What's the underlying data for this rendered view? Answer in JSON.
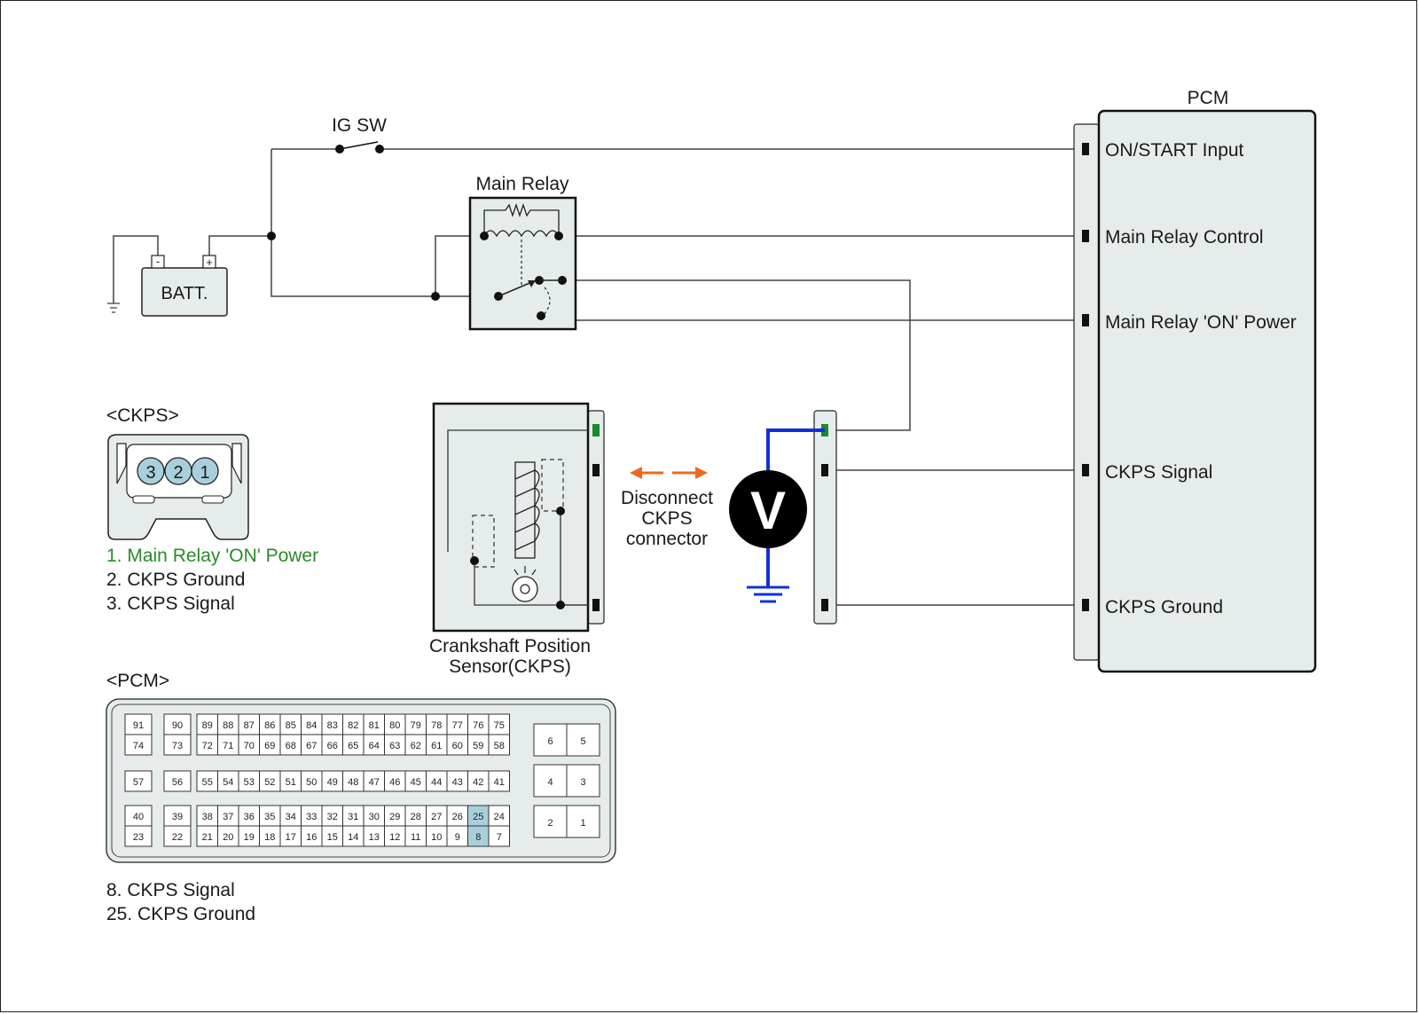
{
  "colors": {
    "wire": "#444444",
    "module_fill": "#e6ecec",
    "highlight_pin": "#a8d0dc",
    "green_pin": "#1a8a2a",
    "green_text": "#2a8a2a",
    "voltmeter_lead": "#1030e0",
    "arrow": "#ee6a1a"
  },
  "labels": {
    "ig_sw": "IG SW",
    "main_relay": "Main Relay",
    "batt": "BATT.",
    "batt_minus": "-",
    "batt_plus": "+",
    "pcm_title": "PCM",
    "ckps_sensor_line1": "Crankshaft Position",
    "ckps_sensor_line2": "Sensor(CKPS)",
    "disconnect_line1": "Disconnect",
    "disconnect_line2": "CKPS",
    "disconnect_line3": "connector",
    "voltmeter": "V"
  },
  "pcm_terminals": [
    "ON/START Input",
    "Main Relay Control",
    "Main Relay 'ON' Power",
    "CKPS Signal",
    "CKPS Ground"
  ],
  "ckps_connector": {
    "title": "<CKPS>",
    "pins": [
      "3",
      "2",
      "1"
    ],
    "legend": [
      {
        "text": "1. Main Relay 'ON' Power",
        "highlight": true
      },
      {
        "text": "2. CKPS Ground",
        "highlight": false
      },
      {
        "text": "3. CKPS Signal",
        "highlight": false
      }
    ]
  },
  "pcm_connector": {
    "title": "<PCM>",
    "highlighted_pins": [
      "25",
      "8"
    ],
    "rows": [
      [
        "91",
        "90",
        "89",
        "88",
        "87",
        "86",
        "85",
        "84",
        "83",
        "82",
        "81",
        "80",
        "79",
        "78",
        "77",
        "76",
        "75"
      ],
      [
        "74",
        "73",
        "72",
        "71",
        "70",
        "69",
        "68",
        "67",
        "66",
        "65",
        "64",
        "63",
        "62",
        "61",
        "60",
        "59",
        "58"
      ],
      [
        "57",
        "56",
        "55",
        "54",
        "53",
        "52",
        "51",
        "50",
        "49",
        "48",
        "47",
        "46",
        "45",
        "44",
        "43",
        "42",
        "41"
      ],
      [
        "40",
        "39",
        "38",
        "37",
        "36",
        "35",
        "34",
        "33",
        "32",
        "31",
        "30",
        "29",
        "28",
        "27",
        "26",
        "25",
        "24"
      ],
      [
        "23",
        "22",
        "21",
        "20",
        "19",
        "18",
        "17",
        "16",
        "15",
        "14",
        "13",
        "12",
        "11",
        "10",
        "9",
        "8",
        "7"
      ]
    ],
    "right_pins": [
      [
        "6",
        "5"
      ],
      [
        "4",
        "3"
      ],
      [
        "2",
        "1"
      ]
    ],
    "legend": [
      "8. CKPS Signal",
      "25. CKPS Ground"
    ]
  }
}
